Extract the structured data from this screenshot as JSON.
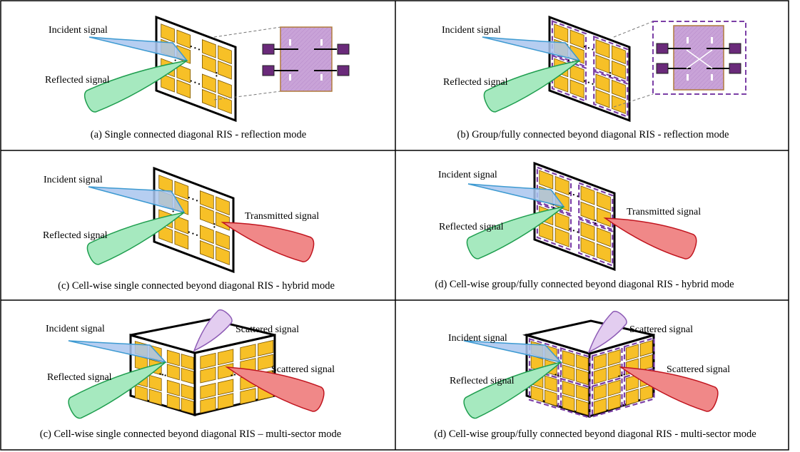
{
  "panels": [
    {
      "caption": "(a) Single connected diagonal RIS - reflection mode",
      "labels": {
        "incident": "Incident signal",
        "reflected": "Reflected signal"
      }
    },
    {
      "caption": "(b) Group/fully connected beyond diagonal RIS - reflection mode",
      "labels": {
        "incident": "Incident signal",
        "reflected": "Reflected signal"
      }
    },
    {
      "caption": "(c) Cell-wise single connected beyond diagonal RIS - hybrid mode",
      "labels": {
        "incident": "Incident signal",
        "reflected": "Reflected signal",
        "transmitted": "Transmitted signal"
      }
    },
    {
      "caption": "(d) Cell-wise group/fully connected beyond diagonal RIS - hybrid mode",
      "labels": {
        "incident": "Incident signal",
        "reflected": "Reflected signal",
        "transmitted": "Transmitted signal"
      }
    },
    {
      "caption": "(c) Cell-wise single connected beyond diagonal RIS – multi-sector mode",
      "labels": {
        "incident": "Incident signal",
        "reflected": "Reflected signal",
        "scattered_top": "Scattered signal",
        "scattered_right": "Scattered signal"
      }
    },
    {
      "caption": "(d) Cell-wise group/fully connected beyond diagonal RIS - multi-sector mode",
      "labels": {
        "incident": "Incident signal",
        "reflected": "Reflected signal",
        "scattered_top": "Scattered signal",
        "scattered_right": "Scattered signal"
      }
    }
  ],
  "colors": {
    "incident_fill": "#a9c6ee",
    "incident_stroke": "#3d9ad1",
    "reflected_fill": "#a6e9bf",
    "reflected_stroke": "#1f9e4f",
    "transmitted_fill": "#f08888",
    "transmitted_stroke": "#c0141e",
    "scattered_top_fill": "#e3cdf0",
    "scattered_top_stroke": "#8d5bb5",
    "element_fill": "#f7c027",
    "element_stroke": "#7a5500",
    "group_stroke": "#7b3fa6",
    "circuit_fill": "#c9a3d8",
    "circuit_stroke": "#b07a3c",
    "port_fill": "#6a2a7a"
  }
}
